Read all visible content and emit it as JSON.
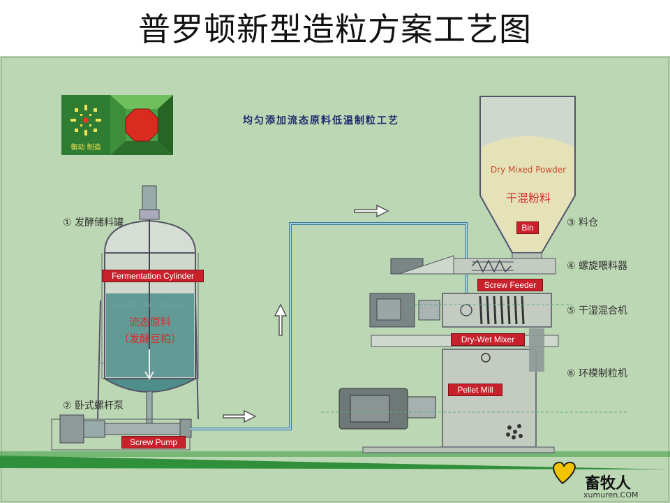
{
  "title": "普罗顿新型造粒方案工艺图",
  "subtitle": "均匀添加流态原料低温制粒工艺",
  "logo_text": "衡动 制造",
  "labels": {
    "fermentation_cylinder": "Fermentation Cylinder",
    "screw_pump": "Screw Pump",
    "bin": "Bin",
    "screw_feeder": "Screw Feeder",
    "dry_wet_mixer": "Dry-Wet Mixer",
    "pellet_mill": "Pellet Mill"
  },
  "tank": {
    "english": "Liquid Raw Material",
    "chinese_line1": "流态原料",
    "chinese_line2": "（发酵豆粕）"
  },
  "hopper": {
    "english": "Dry Mixed Powder",
    "chinese": "干混粉料"
  },
  "steps": [
    "① 发酵储料罐",
    "② 卧式螺杆泵",
    "③ 料仓",
    "④ 螺旋喂料器",
    "⑤ 干湿混合机",
    "⑥ 环模制粒机"
  ],
  "watermark": {
    "brand": "畜牧人",
    "site": "xumuren.COM"
  },
  "colors": {
    "background": "#bcd7b3",
    "label_red": "#c8212c",
    "pipe_blue": "#3a7ea0",
    "ground_green": "#2f8f3a"
  }
}
